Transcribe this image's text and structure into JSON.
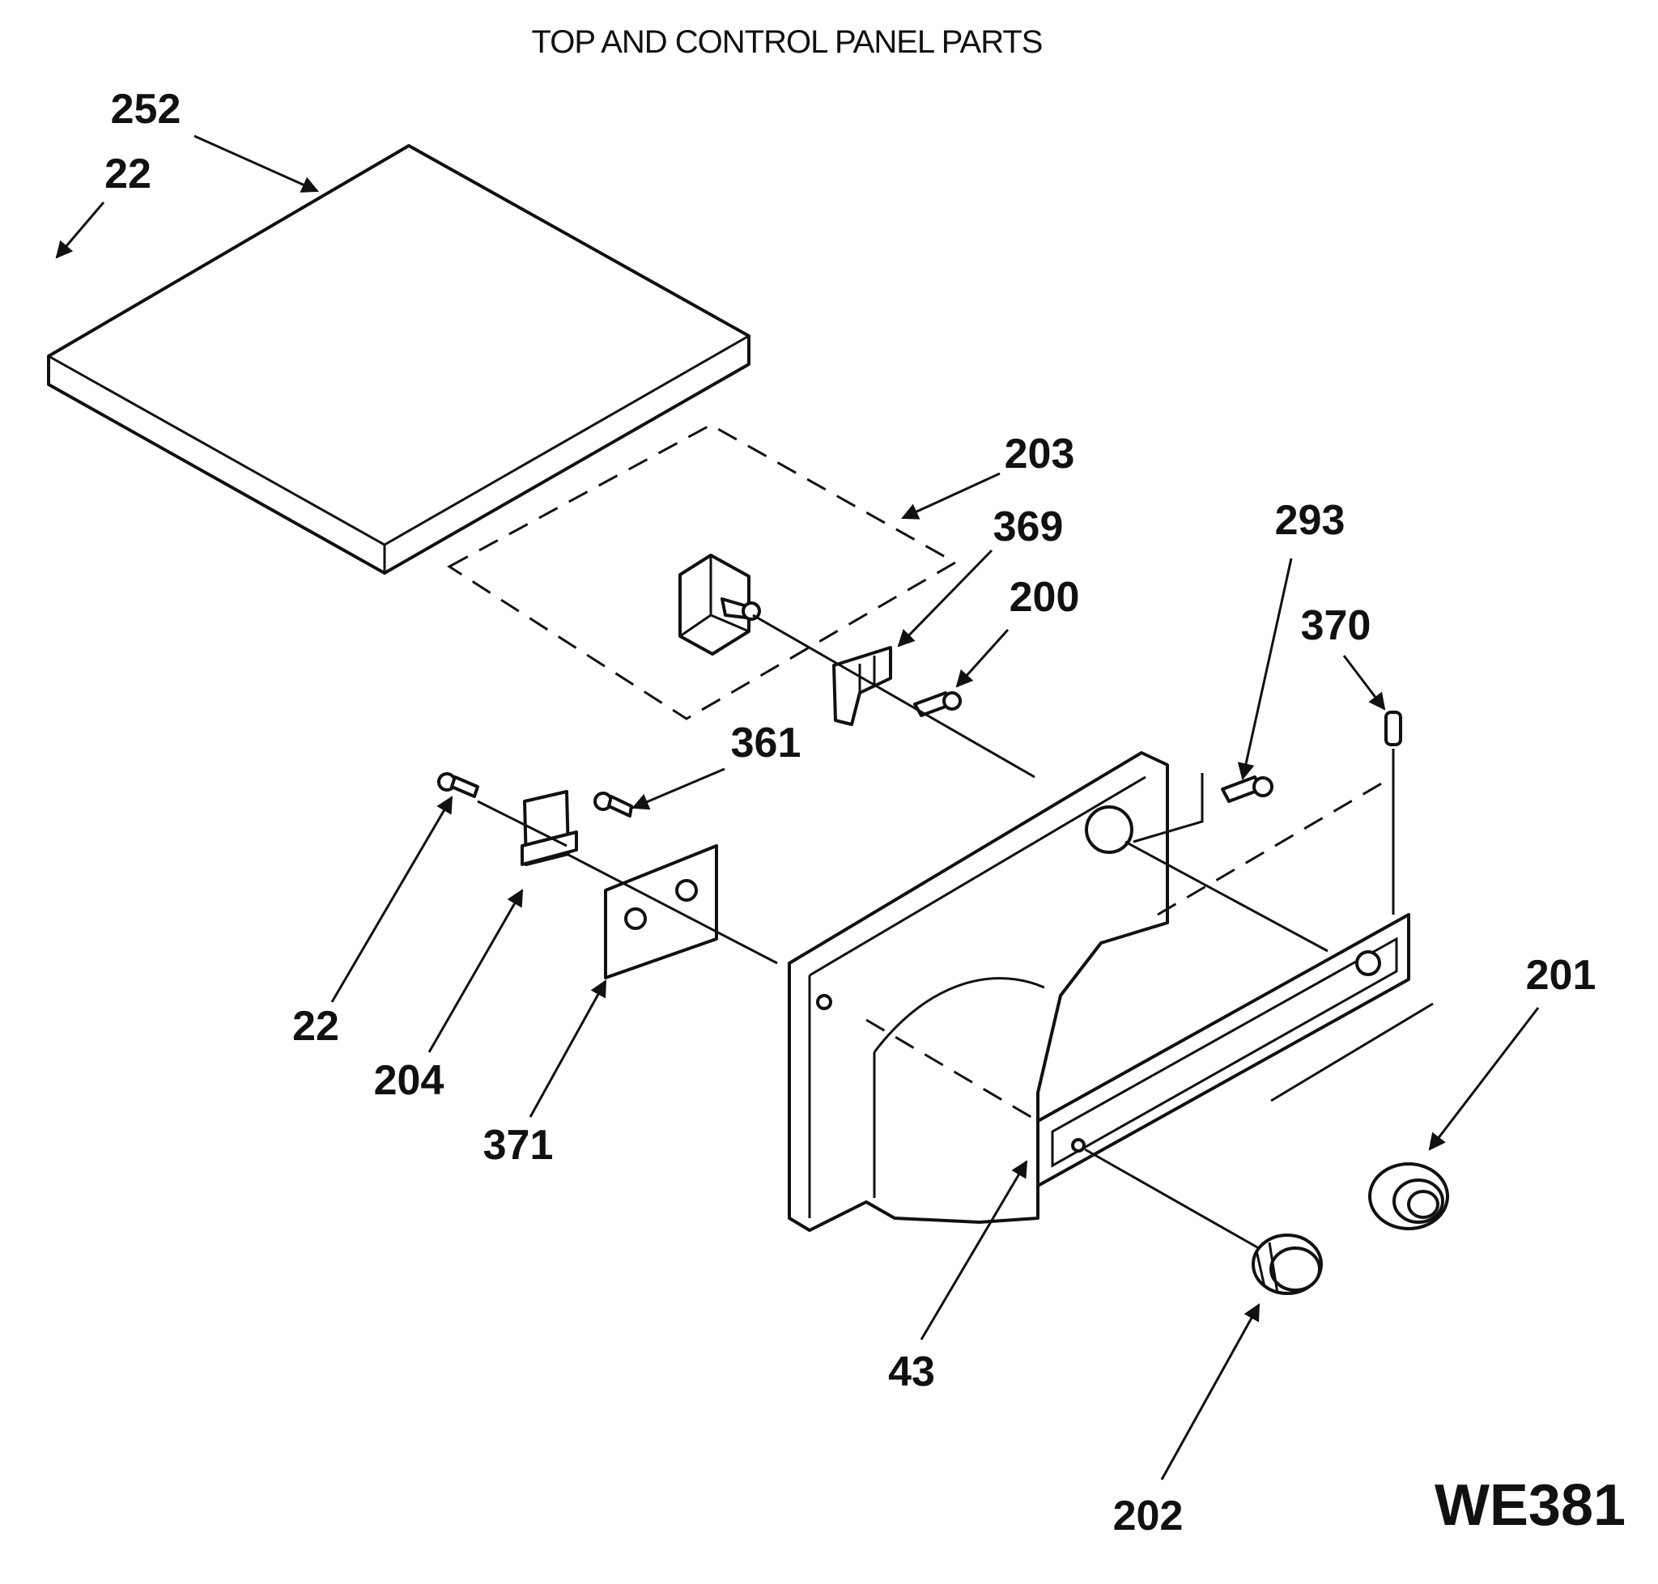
{
  "title": "TOP AND CONTROL PANEL PARTS",
  "diagram_code": "WE381",
  "callouts": [
    {
      "id": "252",
      "label": "252"
    },
    {
      "id": "22a",
      "label": "22"
    },
    {
      "id": "203",
      "label": "203"
    },
    {
      "id": "369",
      "label": "369"
    },
    {
      "id": "200",
      "label": "200"
    },
    {
      "id": "293",
      "label": "293"
    },
    {
      "id": "370",
      "label": "370"
    },
    {
      "id": "361",
      "label": "361"
    },
    {
      "id": "22b",
      "label": "22"
    },
    {
      "id": "204",
      "label": "204"
    },
    {
      "id": "371",
      "label": "371"
    },
    {
      "id": "201",
      "label": "201"
    },
    {
      "id": "43",
      "label": "43"
    },
    {
      "id": "202",
      "label": "202"
    }
  ]
}
